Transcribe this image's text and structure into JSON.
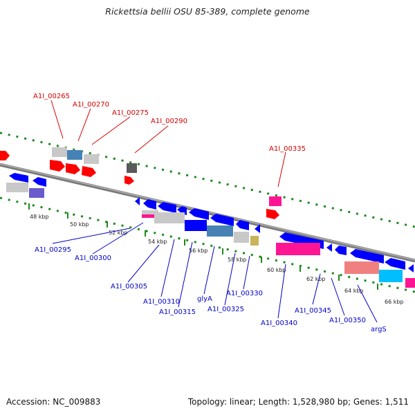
{
  "title": "Rickettsia bellii OSU 85-389, complete genome",
  "footer": {
    "accession": "Accession: NC_009883",
    "stats": "Topology: linear; Length: 1,528,980 bp; Genes: 1,511"
  },
  "colors": {
    "top_labels": "#d40000",
    "bottom_labels": "#0000c8",
    "backbone": "#888888",
    "dots": "#1a8a1a",
    "red_gene": "#ff0000",
    "blue_gene": "#0000ff",
    "gray_bar": "#c0c0c0",
    "steelblue_bar": "#4682b4",
    "pink_bar": "#ff1493",
    "salmon_bar": "#f08080",
    "cyan_bar": "#00bfff",
    "purple_bar": "#6a5acd",
    "khaki_bar": "#c8b45a",
    "darkgray_bar": "#696969"
  },
  "ruler": [
    "48 kbp",
    "50 kbp",
    "52 kbp",
    "54 kbp",
    "56 kbp",
    "58 kbp",
    "60 kbp",
    "62 kbp",
    "64 kbp",
    "66 kbp"
  ],
  "top_labels": [
    "A1I_00265",
    "A1I_00270",
    "A1I_00275",
    "A1I_00290",
    "A1I_00335"
  ],
  "bottom_labels": [
    "A1I_00295",
    "A1I_00300",
    "A1I_00305",
    "A1I_00310",
    "A1I_00315",
    "glyA",
    "A1I_00325",
    "A1I_00330",
    "A1I_00340",
    "A1I_00345",
    "A1I_00350",
    "argS"
  ]
}
